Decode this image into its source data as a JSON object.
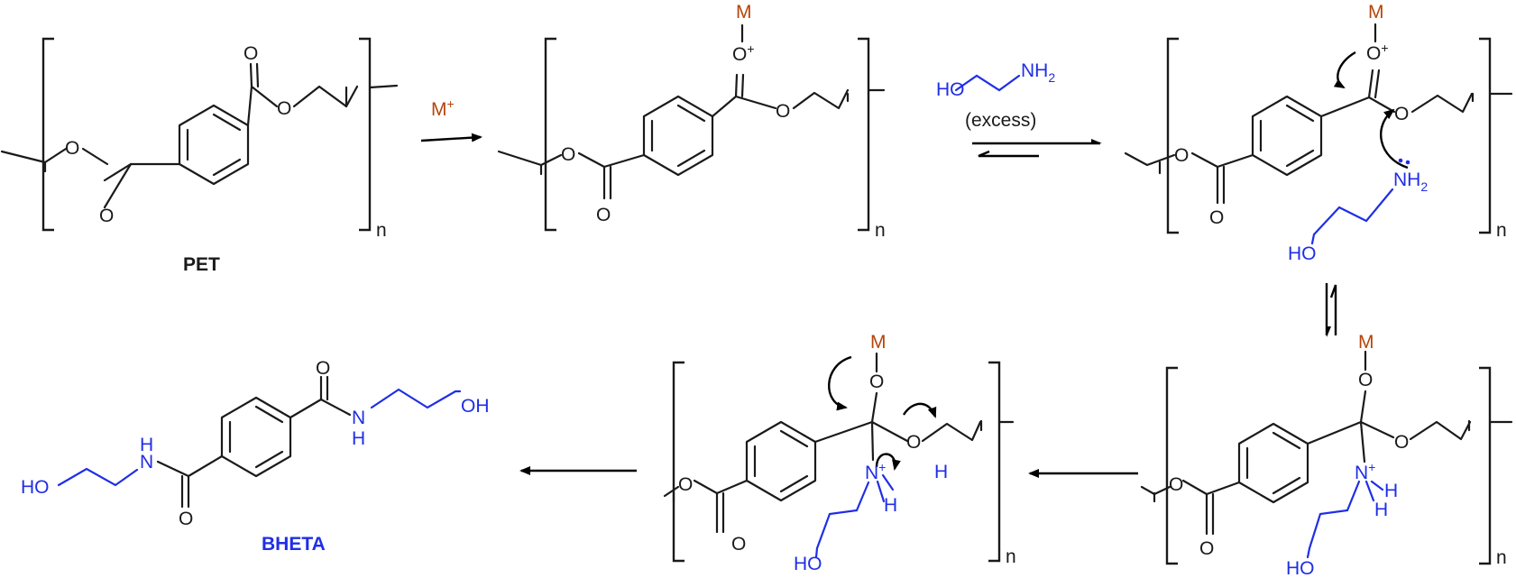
{
  "labels": {
    "pet_name": "PET",
    "bheta_name": "BHETA",
    "excess": "(excess)",
    "metal": "M",
    "metal_cation": "M",
    "cation_charge": "+",
    "oxygen": "O",
    "nitrogen_h": "N",
    "amine": "NH",
    "sub2": "2",
    "hydroxyl": "HO",
    "hydroxyl_r": "OH",
    "hydrogen": "H",
    "amide_n": "H",
    "n_sub": "n"
  },
  "colors": {
    "bond": "#1a1a1a",
    "ethanolamine": "#1f2ee6",
    "metal": "#b5450b",
    "product_label": "#1f2ee6"
  }
}
